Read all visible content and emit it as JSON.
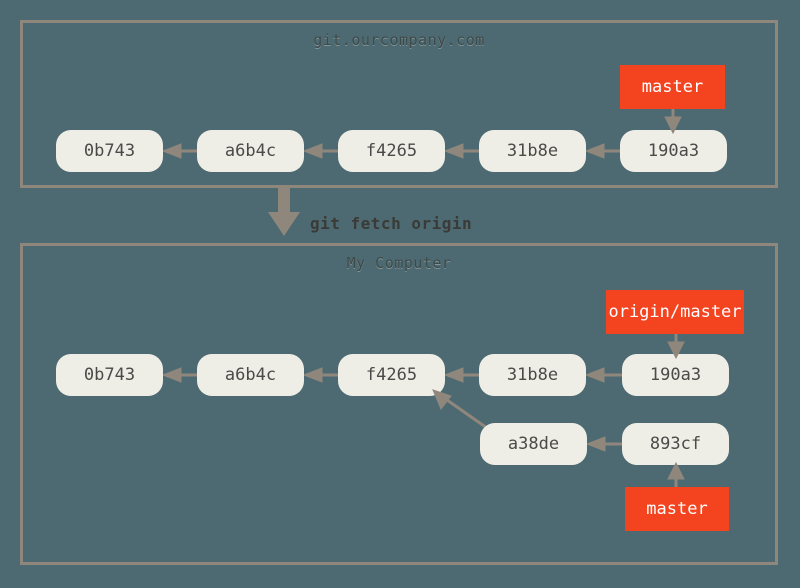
{
  "diagram": {
    "title": "git fetch origin",
    "background_color": "#4d6a73",
    "panel_border_color": "#8f877c",
    "commit_color": "#efeee6",
    "ref_color": "#f4431f",
    "arrow_color": "#8f877c"
  },
  "panels": [
    {
      "id": "remote",
      "title": "git.ourcompany.com",
      "commits": [
        {
          "id": "0b743",
          "label": "0b743"
        },
        {
          "id": "a6b4c",
          "label": "a6b4c"
        },
        {
          "id": "f4265",
          "label": "f4265"
        },
        {
          "id": "31b8e",
          "label": "31b8e"
        },
        {
          "id": "190a3",
          "label": "190a3"
        }
      ],
      "refs": [
        {
          "id": "master",
          "label": "master",
          "points_to": "190a3"
        }
      ]
    },
    {
      "id": "local",
      "title": "My Computer",
      "commits": [
        {
          "id": "0b743",
          "label": "0b743"
        },
        {
          "id": "a6b4c",
          "label": "a6b4c"
        },
        {
          "id": "f4265",
          "label": "f4265"
        },
        {
          "id": "31b8e",
          "label": "31b8e"
        },
        {
          "id": "190a3",
          "label": "190a3"
        },
        {
          "id": "a38de",
          "label": "a38de"
        },
        {
          "id": "893cf",
          "label": "893cf"
        }
      ],
      "refs": [
        {
          "id": "origin-master",
          "label": "origin/master",
          "points_to": "190a3"
        },
        {
          "id": "master",
          "label": "master",
          "points_to": "893cf"
        }
      ]
    }
  ],
  "transition": {
    "command": "git fetch origin"
  }
}
